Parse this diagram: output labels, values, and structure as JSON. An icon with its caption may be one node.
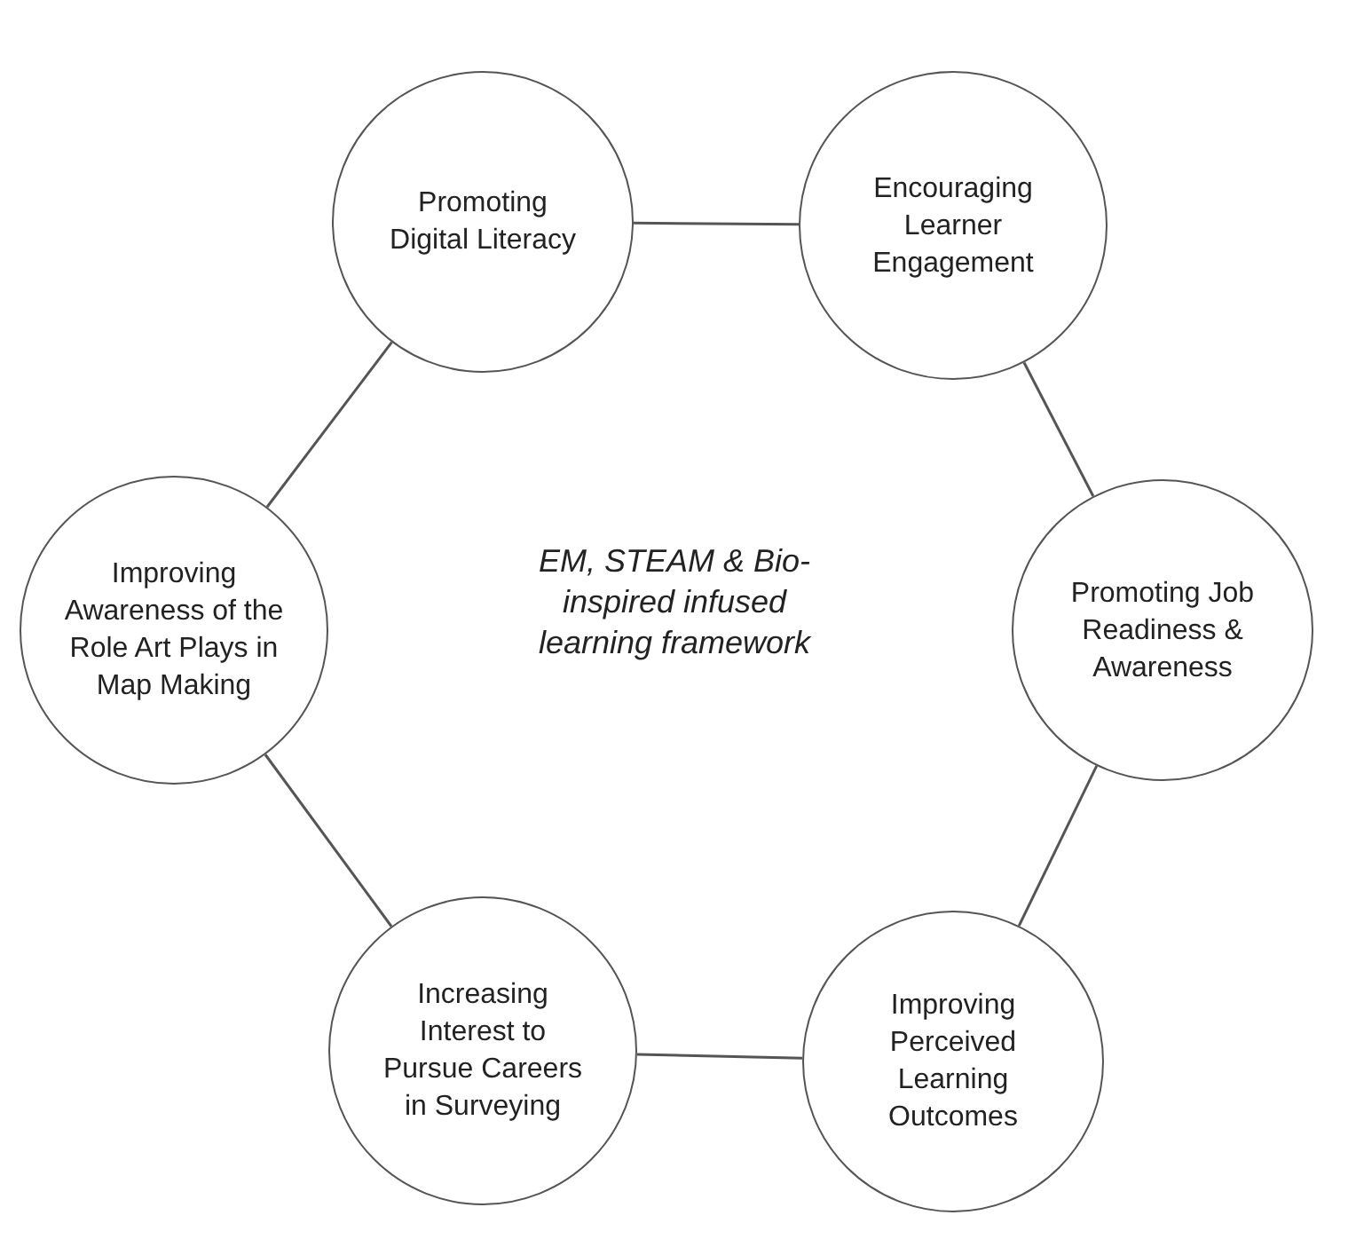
{
  "diagram": {
    "nodes": [
      {
        "text": [
          "Promoting Digital Literacy"
        ]
      },
      {
        "text": [
          "Encouraging Learner Engagement"
        ]
      },
      {
        "text": [
          "Improving Awareness of the Role Art Plays in Map Making"
        ]
      },
      {
        "text": [
          "Promoting Job Readiness & Awareness"
        ]
      },
      {
        "text": [
          "Increasing Interest to Pursue Careers in Surveying"
        ]
      },
      {
        "text": [
          "Improving Perceived Learning Outcomes"
        ]
      }
    ],
    "edges": [
      {
        "from": 0,
        "to": 1,
        "arrow": "none"
      },
      {
        "from": 1,
        "to": 3,
        "arrow": "none"
      },
      {
        "from": 3,
        "to": 5,
        "arrow": "none"
      },
      {
        "from": 5,
        "to": 4,
        "arrow": "none"
      },
      {
        "from": 4,
        "to": 2,
        "arrow": "none"
      },
      {
        "from": 2,
        "to": 0,
        "arrow": "none"
      }
    ],
    "labels": [
      "EM, STEAM & Bio-inspired infused learning framework"
    ]
  }
}
